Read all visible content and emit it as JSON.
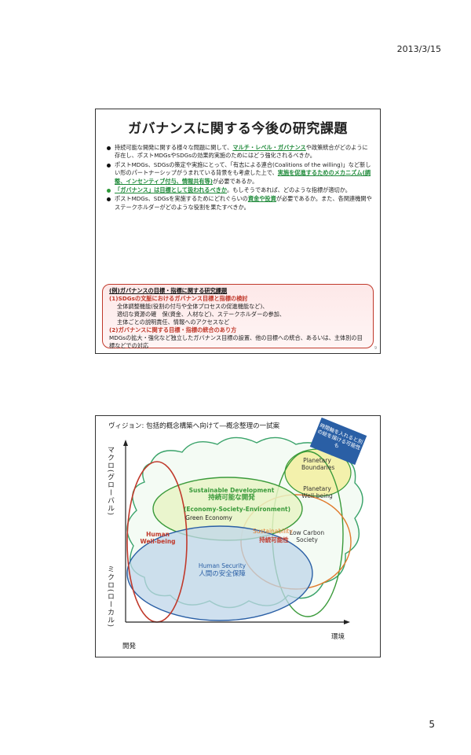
{
  "header": {
    "date": "2013/3/15"
  },
  "footer": {
    "page_number": "5"
  },
  "slide1": {
    "title": "ガバナンスに関する今後の研究課題",
    "bullets": [
      {
        "pre": "持続可能な開発に関する様々な問題に関して、",
        "hl": "マルチ・レベル・ガバナンス",
        "post": "や政策統合がどのように存在し、ポストMDGsやSDGsの効果的実施のためにはどう強化されるべきか。"
      },
      {
        "pre": "ポストMDGs、SDGsの策定や実施にとって、「有志による連合(Coalitions of the willing)」など新しい形のパートナーシップがうまれている背景をも考慮した上で、",
        "hl": "実施を促進するためのメカニズム(調整、インセンティブ付与、情報共有等)",
        "post": "が必要であるか。"
      },
      {
        "pre": "",
        "hl": "「ガバナンス」は目標として扱われるべきか",
        "post": "。もしそうであれば、どのような指標が適切か。"
      },
      {
        "pre": "ポストMDGs、SDGsを実施するためにどれぐらいの",
        "hl": "資金や投資",
        "post": "が必要であるか。また、各関連機関やステークホルダーがどのような役割を果たすべきか。"
      }
    ],
    "example": {
      "heading": "(例)ガバナンスの目標・指標に関する研究課題",
      "item1": "(1)SDGsの文脈におけるガバナンス目標と指標の検討",
      "item1_lines": [
        "全体調整機能(役割の付与や全体プロセスの促進機能など)、",
        "適切な資源の確　保(資金、人材など)、ステークホルダーの参加、",
        "主体ごとの説明責任、情報へのアクセスなど"
      ],
      "item2": "(2)ガバナンスに関する目標・指標の統合のあり方",
      "item2_text": "MDGsの拡大・強化など独立したガバナンス目標の設置、他の目標への統合、あるいは、主体別の目標などでの対応",
      "slide_no": "9"
    }
  },
  "slide2": {
    "title": "ヴィジョン: 包括的概念構築へ向けて―概念整理の一試案",
    "axis_y_top": "マクロ(グローバル)",
    "axis_y_bottom": "ミクロ(ローカル)",
    "axis_x_left": "開発",
    "axis_x_right": "環境",
    "callout": "時間軸を入れると別の絵を描ける可能性も",
    "labels": {
      "planetary_boundaries": "Planetary Boundaries",
      "planetary_wellbeing": "Planetary Well-being",
      "sd_en": "Sustainable Development",
      "sd_ja": "持続可能な開発",
      "sd_sub": "(Economy-Society-Environment)",
      "green_economy": "Green Economy",
      "human_wellbeing": "Human Well-being",
      "sustainability": "Sustainability",
      "sustainability_ja": "持続可能性",
      "low_carbon": "Low Carbon Society",
      "human_security_en": "Human Security",
      "human_security_ja": "人間の安全保障"
    },
    "colors": {
      "red": "#c0392b",
      "green": "#3a9a3a",
      "orange": "#e07a2c",
      "blue": "#2a5fa5",
      "cloud": "#3aa36a"
    }
  }
}
